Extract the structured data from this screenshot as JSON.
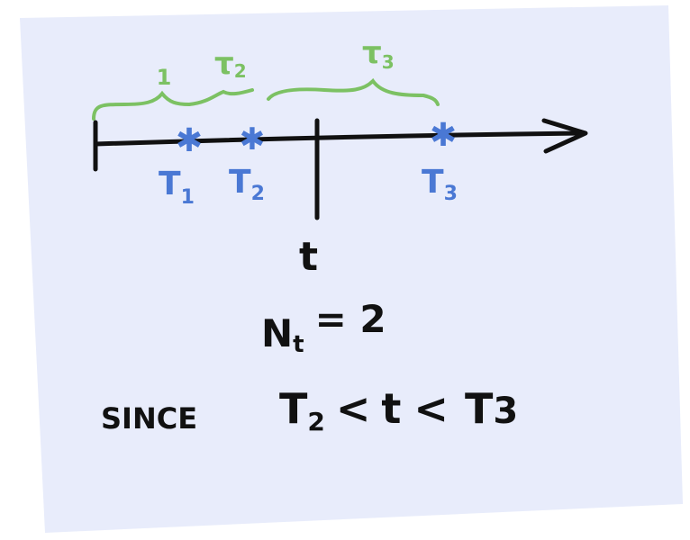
{
  "colors": {
    "card": "#e8ecfb",
    "ink": "#111111",
    "arrival": "#4a78d4",
    "interarrival": "#7cc163"
  },
  "timeline": {
    "arrivals": [
      {
        "symbol": "✱",
        "label_base": "T",
        "label_sub": "1"
      },
      {
        "symbol": "✱",
        "label_base": "T",
        "label_sub": "2"
      },
      {
        "symbol": "✱",
        "label_base": "T",
        "label_sub": "3"
      }
    ],
    "braces": [
      {
        "label_base": "1",
        "label_sub": ""
      },
      {
        "label_base": "τ",
        "label_sub": "2"
      },
      {
        "label_base": "τ",
        "label_sub": "3"
      }
    ],
    "cutoff_label": "t"
  },
  "statement": {
    "count_base": "N",
    "count_sub": "t",
    "equals": "= 2"
  },
  "reason": {
    "word": "SINCE",
    "lhs_base": "T",
    "lhs_sub": "2",
    "op1": "<",
    "mid": "t",
    "op2": "<",
    "rhs_base": "T",
    "rhs_sub": "3"
  }
}
